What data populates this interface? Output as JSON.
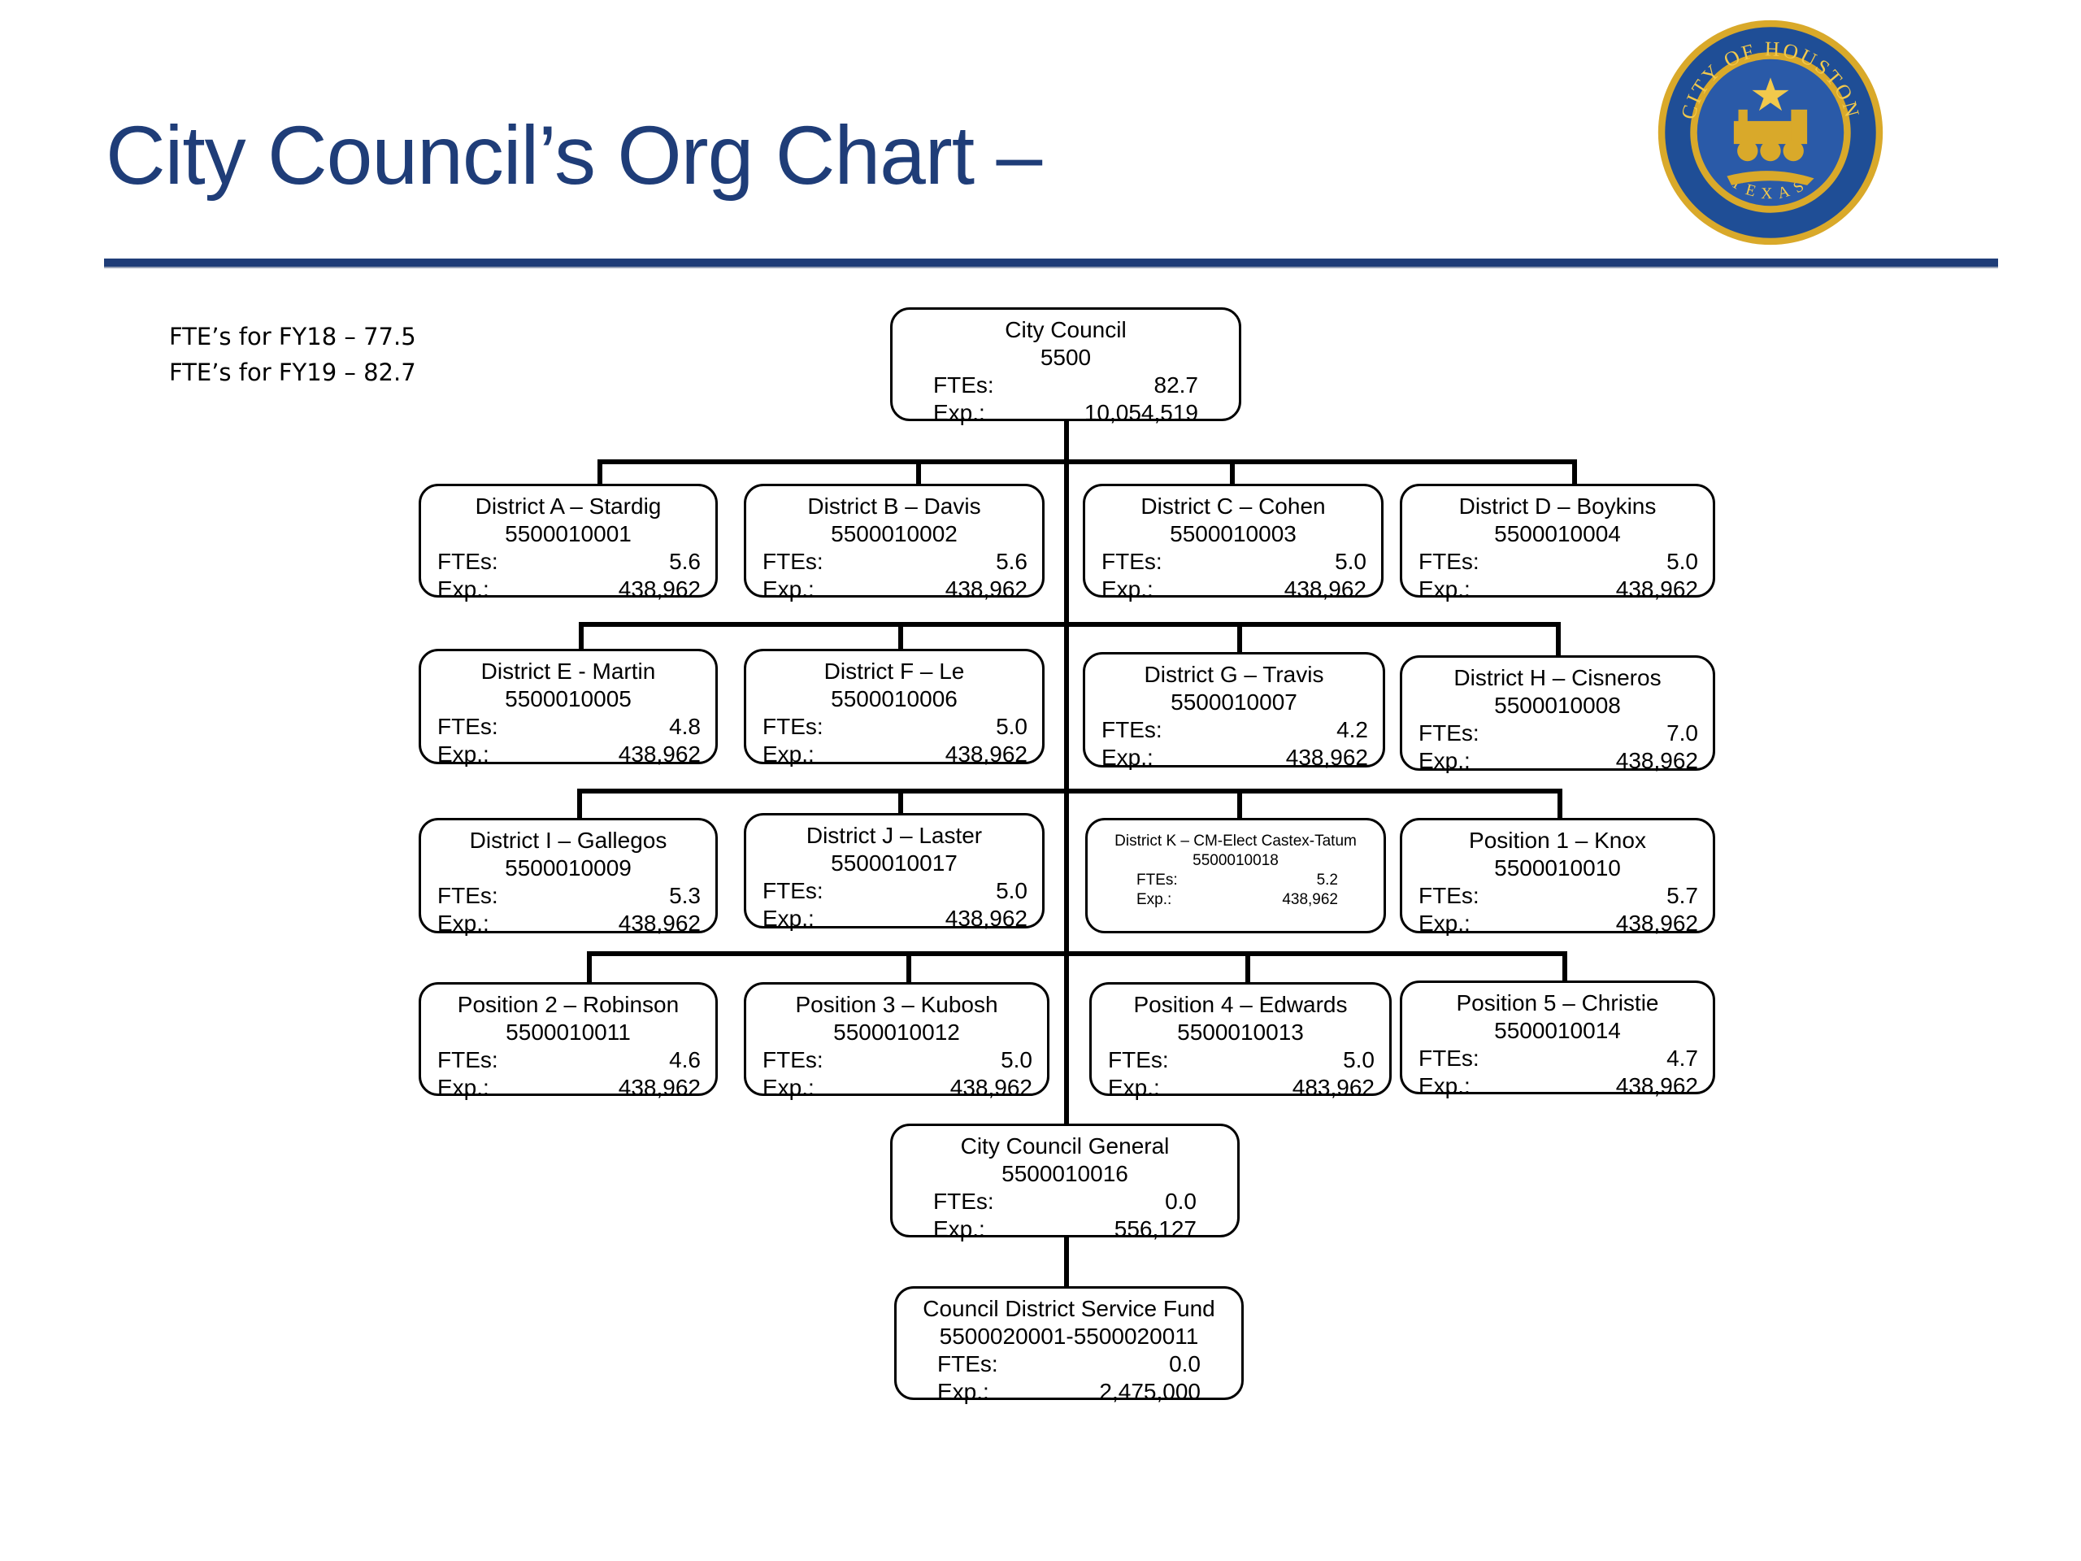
{
  "title": "City Council’s Org Chart –",
  "seal": {
    "ring_text": "CITY OF HOUSTON",
    "bottom_text": "TEXAS",
    "colors": {
      "ring": "#1f4e96",
      "gold": "#d9a92a",
      "inner": "#2a5aa8"
    }
  },
  "fte_summary": [
    "FTE’s for FY18 – 77.5",
    "FTE’s for FY19 – 82.7"
  ],
  "labels": {
    "ftes": "FTEs:",
    "exp": "Exp.:"
  },
  "top": {
    "name": "City Council",
    "code": "5500",
    "ftes": "82.7",
    "exp": "10,054,519"
  },
  "rows": [
    [
      {
        "name": "District A – Stardig",
        "code": "5500010001",
        "ftes": "5.6",
        "exp": "438,962"
      },
      {
        "name": "District B – Davis",
        "code": "5500010002",
        "ftes": "5.6",
        "exp": "438,962"
      },
      {
        "name": "District C – Cohen",
        "code": "5500010003",
        "ftes": "5.0",
        "exp": "438,962"
      },
      {
        "name": "District D – Boykins",
        "code": "5500010004",
        "ftes": "5.0",
        "exp": "438,962"
      }
    ],
    [
      {
        "name": "District E - Martin",
        "code": "5500010005",
        "ftes": "4.8",
        "exp": "438,962"
      },
      {
        "name": "District F – Le",
        "code": "5500010006",
        "ftes": "5.0",
        "exp": "438,962"
      },
      {
        "name": "District G – Travis",
        "code": "5500010007",
        "ftes": "4.2",
        "exp": "438,962"
      },
      {
        "name": "District H – Cisneros",
        "code": "5500010008",
        "ftes": "7.0",
        "exp": "438,962"
      }
    ],
    [
      {
        "name": "District I – Gallegos",
        "code": "5500010009",
        "ftes": "5.3",
        "exp": "438,962"
      },
      {
        "name": "District J – Laster",
        "code": "5500010017",
        "ftes": "5.0",
        "exp": "438,962"
      },
      {
        "name": "District K – CM-Elect Castex-Tatum",
        "code": "5500010018",
        "ftes": "5.2",
        "exp": "438,962"
      },
      {
        "name": "Position 1 – Knox",
        "code": "5500010010",
        "ftes": "5.7",
        "exp": "438,962"
      }
    ],
    [
      {
        "name": "Position 2 – Robinson",
        "code": "5500010011",
        "ftes": "4.6",
        "exp": "438,962"
      },
      {
        "name": "Position 3 – Kubosh",
        "code": "5500010012",
        "ftes": "5.0",
        "exp": "438,962"
      },
      {
        "name": "Position 4 – Edwards",
        "code": "5500010013",
        "ftes": "5.0",
        "exp": "483,962"
      },
      {
        "name": "Position 5 – Christie",
        "code": "5500010014",
        "ftes": "4.7",
        "exp": "438,962"
      }
    ]
  ],
  "general": {
    "name": "City Council General",
    "code": "5500010016",
    "ftes": "0.0",
    "exp": "556,127"
  },
  "service_fund": {
    "name": "Council District Service Fund",
    "code": "5500020001-5500020011",
    "ftes": "0.0",
    "exp": "2,475,000"
  }
}
